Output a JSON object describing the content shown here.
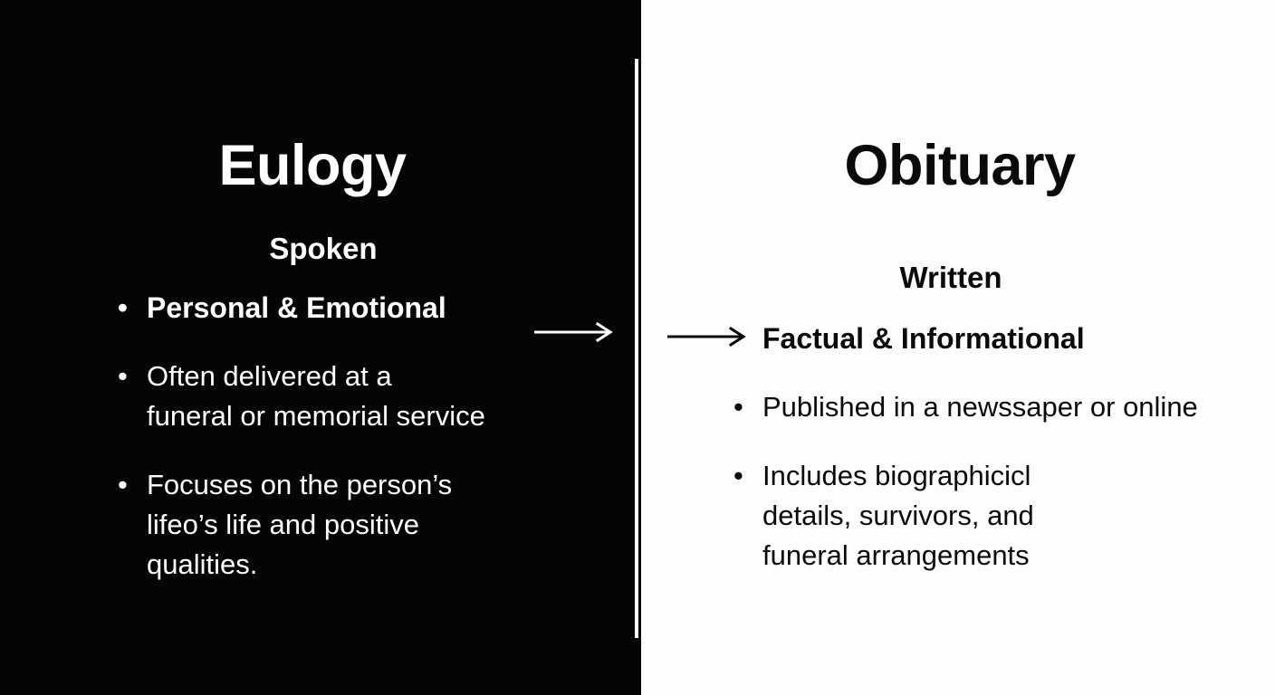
{
  "slide": {
    "background_left": "#050505",
    "background_right": "#fdfdfd",
    "divider_color": "#ffffff",
    "text_color_left": "#ffffff",
    "text_color_right": "#0a0a0a"
  },
  "left": {
    "title": "Eulogy",
    "subtitle": "Spoken",
    "bullet_glyph": "•",
    "arrow_glyph": "⟶",
    "items": [
      {
        "text": "Personal & Emotional",
        "emphasis": "bold"
      },
      {
        "text": "Often delivered at a\nfuneral or memorial service",
        "emphasis": "normal"
      },
      {
        "text": " Focuses on the person’s\nlifeo’s life and positive\nqualities.",
        "emphasis": "normal"
      }
    ]
  },
  "right": {
    "title": "Obituary",
    "subtitle": "Written",
    "bullet_glyph": "•",
    "arrow_glyph": "⟶",
    "items": [
      {
        "text": "Factual & Informational",
        "emphasis": "bold"
      },
      {
        "text": "Published in a newssaper or online",
        "emphasis": "normal"
      },
      {
        "text": "Includes biographicicl\ndetails, survivors, and\nfuneral arrangements",
        "emphasis": "normal"
      }
    ]
  }
}
